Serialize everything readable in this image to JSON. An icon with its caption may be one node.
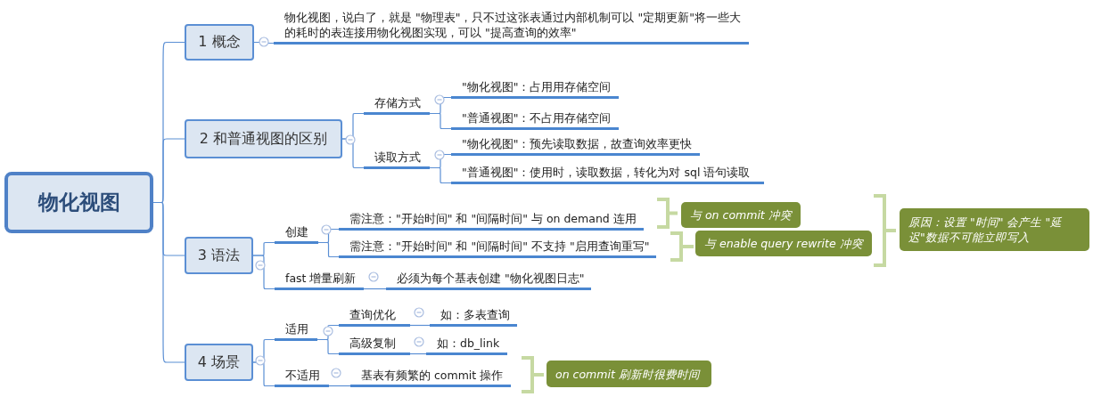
{
  "diagram": {
    "nodes": [
      {
        "text": [
          "物化视图"
        ]
      },
      {
        "text": [
          "1 概念"
        ]
      },
      {
        "text": [
          "物化视图，说白了，就是 \"物理表\"，只不过这张表通过内部机制可以 \"定期更新\"将一些大的耗时的表连接用物化视图实现，可以 \"提高查询的效率\""
        ]
      },
      {
        "text": [
          "2 和普通视图的区别"
        ]
      },
      {
        "text": [
          "存储方式"
        ]
      },
      {
        "text": [
          "\"物化视图\"：占用用存储空间"
        ]
      },
      {
        "text": [
          "\"普通视图\"：不占用存储空间"
        ]
      },
      {
        "text": [
          "读取方式"
        ]
      },
      {
        "text": [
          "\"物化视图\"：预先读取数据，故查询效率更快"
        ]
      },
      {
        "text": [
          "\"普通视图\"：使用时，读取数据，转化为对 sql 语句读取"
        ]
      },
      {
        "text": [
          "3 语法"
        ]
      },
      {
        "text": [
          "创建"
        ]
      },
      {
        "text": [
          "需注意：\"开始时间\" 和 \"间隔时间\" 与 on demand 连用"
        ]
      },
      {
        "text": [
          "需注意：\"开始时间\" 和 \"间隔时间\" 不支持 \"启用查询重写\""
        ]
      },
      {
        "text": [
          "fast 增量刷新"
        ]
      },
      {
        "text": [
          "必须为每个基表创建 \"物化视图日志\""
        ]
      },
      {
        "text": [
          "4 场景"
        ]
      },
      {
        "text": [
          "适用"
        ]
      },
      {
        "text": [
          "查询优化"
        ]
      },
      {
        "text": [
          "如：多表查询"
        ]
      },
      {
        "text": [
          "高级复制"
        ]
      },
      {
        "text": [
          "如：db_link"
        ]
      },
      {
        "text": [
          "不适用"
        ]
      },
      {
        "text": [
          "基表有频繁的 commit 操作"
        ]
      },
      {
        "text": [
          "与 on commit 冲突"
        ]
      },
      {
        "text": [
          "与 enable query rewrite 冲突"
        ]
      },
      {
        "text": [
          "原因：设置 \"时间\" 会产生 \"延迟\"数据不可能立即写入"
        ]
      },
      {
        "text": [
          "on commit 刷新时很费时间"
        ]
      }
    ],
    "edges": [
      {
        "from": 0,
        "to": 1,
        "arrow": "none"
      },
      {
        "from": 0,
        "to": 3,
        "arrow": "none"
      },
      {
        "from": 0,
        "to": 10,
        "arrow": "none"
      },
      {
        "from": 0,
        "to": 16,
        "arrow": "none"
      },
      {
        "from": 1,
        "to": 2,
        "arrow": "none"
      },
      {
        "from": 3,
        "to": 4,
        "arrow": "none"
      },
      {
        "from": 3,
        "to": 7,
        "arrow": "none"
      },
      {
        "from": 4,
        "to": 5,
        "arrow": "none"
      },
      {
        "from": 4,
        "to": 6,
        "arrow": "none"
      },
      {
        "from": 7,
        "to": 8,
        "arrow": "none"
      },
      {
        "from": 7,
        "to": 9,
        "arrow": "none"
      },
      {
        "from": 10,
        "to": 11,
        "arrow": "none"
      },
      {
        "from": 10,
        "to": 14,
        "arrow": "none"
      },
      {
        "from": 11,
        "to": 12,
        "arrow": "none"
      },
      {
        "from": 11,
        "to": 13,
        "arrow": "none"
      },
      {
        "from": 14,
        "to": 15,
        "arrow": "none"
      },
      {
        "from": 16,
        "to": 17,
        "arrow": "none"
      },
      {
        "from": 16,
        "to": 22,
        "arrow": "none"
      },
      {
        "from": 17,
        "to": 18,
        "arrow": "none"
      },
      {
        "from": 17,
        "to": 20,
        "arrow": "none"
      },
      {
        "from": 18,
        "to": 19,
        "arrow": "none"
      },
      {
        "from": 20,
        "to": 21,
        "arrow": "none"
      },
      {
        "from": 22,
        "to": 23,
        "arrow": "none"
      }
    ]
  }
}
